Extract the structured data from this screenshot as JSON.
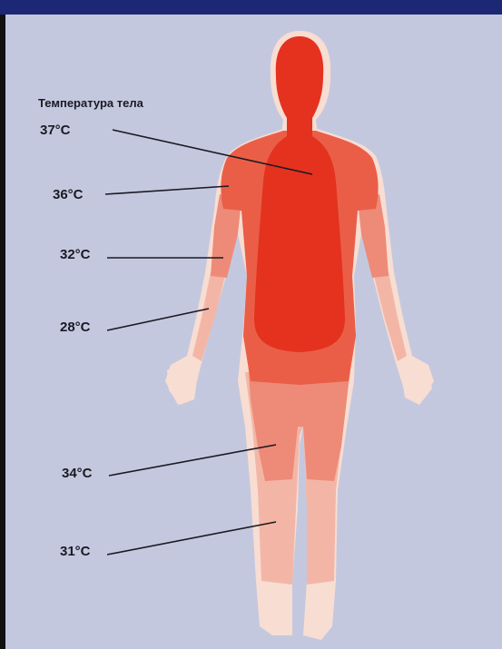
{
  "title": "Температура тела",
  "labels": [
    {
      "id": "t37",
      "text": "37°C"
    },
    {
      "id": "t36",
      "text": "36°C"
    },
    {
      "id": "t32",
      "text": "32°C"
    },
    {
      "id": "t28",
      "text": "28°C"
    },
    {
      "id": "t34",
      "text": "34°C"
    },
    {
      "id": "t31",
      "text": "31°C"
    }
  ],
  "colors": {
    "background": "#c4c8df",
    "top_band": "#1c2873",
    "core": "#e4321f",
    "warm": "#ea5e47",
    "mid": "#ee8a78",
    "cool": "#f3b6a6",
    "extremity": "#f8ddd2",
    "text": "#1a1a22"
  }
}
